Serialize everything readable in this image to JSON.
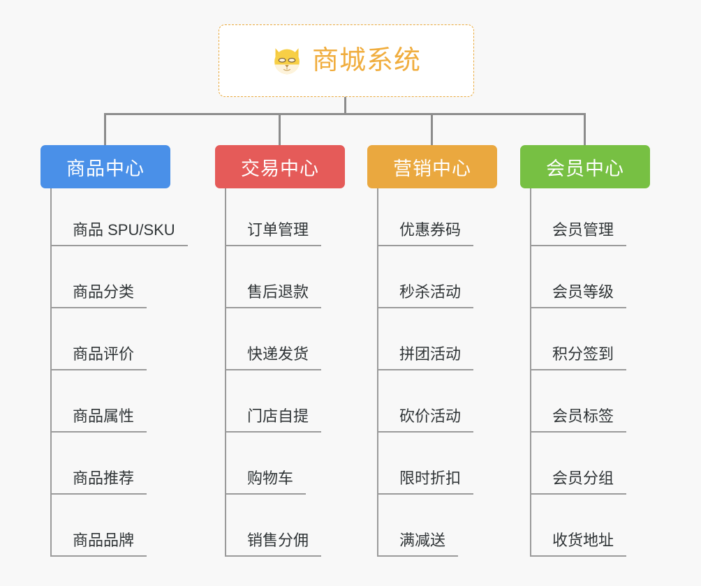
{
  "background_color": "#f8f8f8",
  "root": {
    "icon": "dog-face-emoji",
    "title": "商城系统",
    "border_color": "#e9a93c",
    "text_color": "#f0ad3e",
    "background_color": "#ffffff"
  },
  "connector_color": "#8c8c8c",
  "columns": [
    {
      "id": "product-center",
      "label": "商品中心",
      "color": "#4a90e8",
      "items": [
        "商品 SPU/SKU",
        "商品分类",
        "商品评价",
        "商品属性",
        "商品推荐",
        "商品品牌"
      ]
    },
    {
      "id": "trade-center",
      "label": "交易中心",
      "color": "#e55b59",
      "items": [
        "订单管理",
        "售后退款",
        "快递发货",
        "门店自提",
        "购物车",
        "销售分佣"
      ]
    },
    {
      "id": "marketing-center",
      "label": "营销中心",
      "color": "#eaa83f",
      "items": [
        "优惠券码",
        "秒杀活动",
        "拼团活动",
        "砍价活动",
        "限时折扣",
        "满减送"
      ]
    },
    {
      "id": "member-center",
      "label": "会员中心",
      "color": "#77c043",
      "items": [
        "会员管理",
        "会员等级",
        "积分签到",
        "会员标签",
        "会员分组",
        "收货地址"
      ]
    }
  ]
}
